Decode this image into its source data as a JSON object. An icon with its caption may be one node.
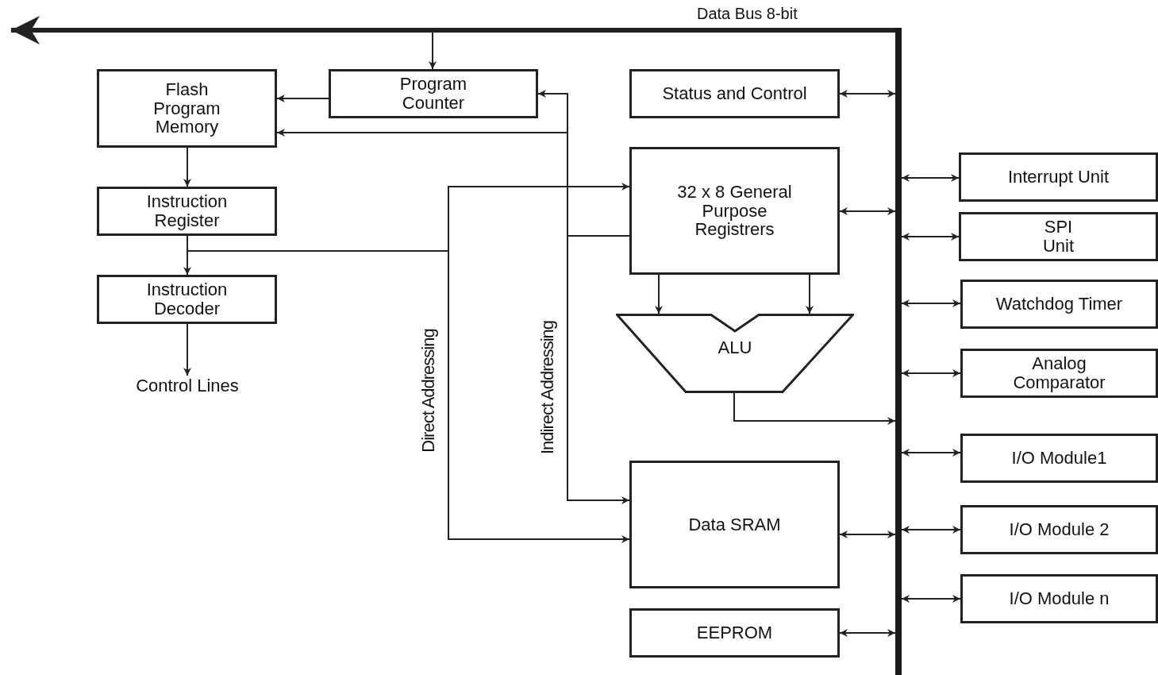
{
  "diagram": {
    "nodes": [
      {
        "text": [],
        "shape": "bar"
      },
      {
        "text": [
          "Flash Program Memory"
        ]
      },
      {
        "text": [
          "Program Counter"
        ]
      },
      {
        "text": [
          "Status and Control"
        ]
      },
      {
        "text": [
          "Interrupt Unit"
        ]
      },
      {
        "text": [
          "SPI Unit"
        ]
      },
      {
        "text": [
          "Instruction Register"
        ]
      },
      {
        "text": [
          "32 x 8 General Purpose Registrers"
        ]
      },
      {
        "text": [
          "Instruction Decoder"
        ]
      },
      {
        "text": [
          "Watchdog Timer"
        ]
      },
      {
        "text": [
          "ALU"
        ]
      },
      {
        "text": [
          "Analog Comparator"
        ]
      },
      {
        "text": [
          "Control Lines"
        ]
      },
      {
        "text": [
          "I/O Module1"
        ]
      },
      {
        "text": [
          "Data SRAM"
        ]
      },
      {
        "text": [
          "I/O Module 2"
        ]
      },
      {
        "text": [
          "I/O Module n"
        ]
      },
      {
        "text": [
          "EEPROM"
        ]
      }
    ],
    "edges": [
      {
        "from": null,
        "to": 2,
        "arrow": "to"
      },
      {
        "from": 2,
        "to": 1,
        "arrow": "to"
      },
      {
        "from": 7,
        "to": 2,
        "arrow": "to"
      },
      {
        "from": 7,
        "to": 1,
        "arrow": "to"
      },
      {
        "from": 7,
        "to": 14,
        "arrow": "to",
        "label": "Indirect Addressing"
      },
      {
        "from": 1,
        "to": 6,
        "arrow": "to"
      },
      {
        "from": 6,
        "to": 8,
        "arrow": "to"
      },
      {
        "from": 6,
        "to": 7,
        "arrow": "to"
      },
      {
        "from": 6,
        "to": 14,
        "arrow": "to",
        "label": "Direct Addressing"
      },
      {
        "from": 8,
        "to": 12,
        "arrow": "to"
      },
      {
        "from": 7,
        "to": 10,
        "arrow": "to"
      },
      {
        "from": 7,
        "to": 10,
        "arrow": "to"
      },
      {
        "from": 10,
        "to": 0,
        "arrow": "to"
      },
      {
        "from": 3,
        "to": 0,
        "arrow": "both"
      },
      {
        "from": 7,
        "to": 0,
        "arrow": "both"
      },
      {
        "from": 14,
        "to": 0,
        "arrow": "both"
      },
      {
        "from": 17,
        "to": 0,
        "arrow": "both"
      },
      {
        "from": 0,
        "to": 4,
        "arrow": "both"
      },
      {
        "from": 0,
        "to": 5,
        "arrow": "both"
      },
      {
        "from": 0,
        "to": 9,
        "arrow": "both"
      },
      {
        "from": 0,
        "to": 11,
        "arrow": "both"
      },
      {
        "from": 0,
        "to": 13,
        "arrow": "both"
      },
      {
        "from": 0,
        "to": 15,
        "arrow": "both"
      },
      {
        "from": 0,
        "to": 16,
        "arrow": "both"
      },
      {
        "from": 0,
        "to": null,
        "arrow": "to",
        "style": "thick"
      }
    ],
    "labels": [
      "Data Bus 8-bit"
    ]
  }
}
